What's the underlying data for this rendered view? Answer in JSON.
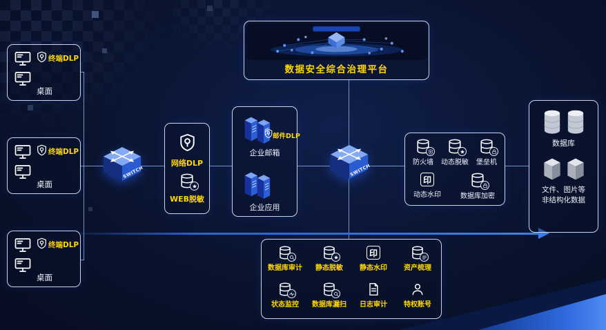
{
  "platform": {
    "title": "数据安全综合治理平台"
  },
  "terminals": [
    {
      "dlp": "终端DLP",
      "label": "桌面"
    },
    {
      "dlp": "终端DLP",
      "label": "桌面"
    },
    {
      "dlp": "终端DLP",
      "label": "桌面"
    }
  ],
  "switches": [
    {
      "label": "SWITCH"
    },
    {
      "label": "SWITCH"
    }
  ],
  "gateway": {
    "dlp": "网络DLP",
    "masking": "WEB脱敏"
  },
  "enterprise": {
    "mail_dlp": "邮件DLP",
    "mail": "企业邮箱",
    "apps": "企业应用"
  },
  "protection": {
    "row1": [
      {
        "label": "防火墙"
      },
      {
        "label": "动态脱敏"
      },
      {
        "label": "堡垒机"
      }
    ],
    "row2": [
      {
        "label": "动态水印"
      },
      {
        "label": "数据库加密"
      }
    ]
  },
  "storage": {
    "database": "数据库",
    "files_line1": "文件、图片等",
    "files_line2": "非结构化数据"
  },
  "governance": {
    "row1": [
      {
        "label": "数据库审计"
      },
      {
        "label": "静态脱敏"
      },
      {
        "label": "静态水印"
      },
      {
        "label": "资产梳理"
      }
    ],
    "row2": [
      {
        "label": "状态监控"
      },
      {
        "label": "数据库漏扫"
      },
      {
        "label": "日志审计"
      },
      {
        "label": "特权账号"
      }
    ]
  },
  "icons": {
    "stamp_glyph": "印"
  },
  "colors": {
    "accent_yellow": "#ffd700",
    "line_blue": "#2f6be0",
    "background": "#0a142f",
    "box_border": "#dbe6ff"
  }
}
